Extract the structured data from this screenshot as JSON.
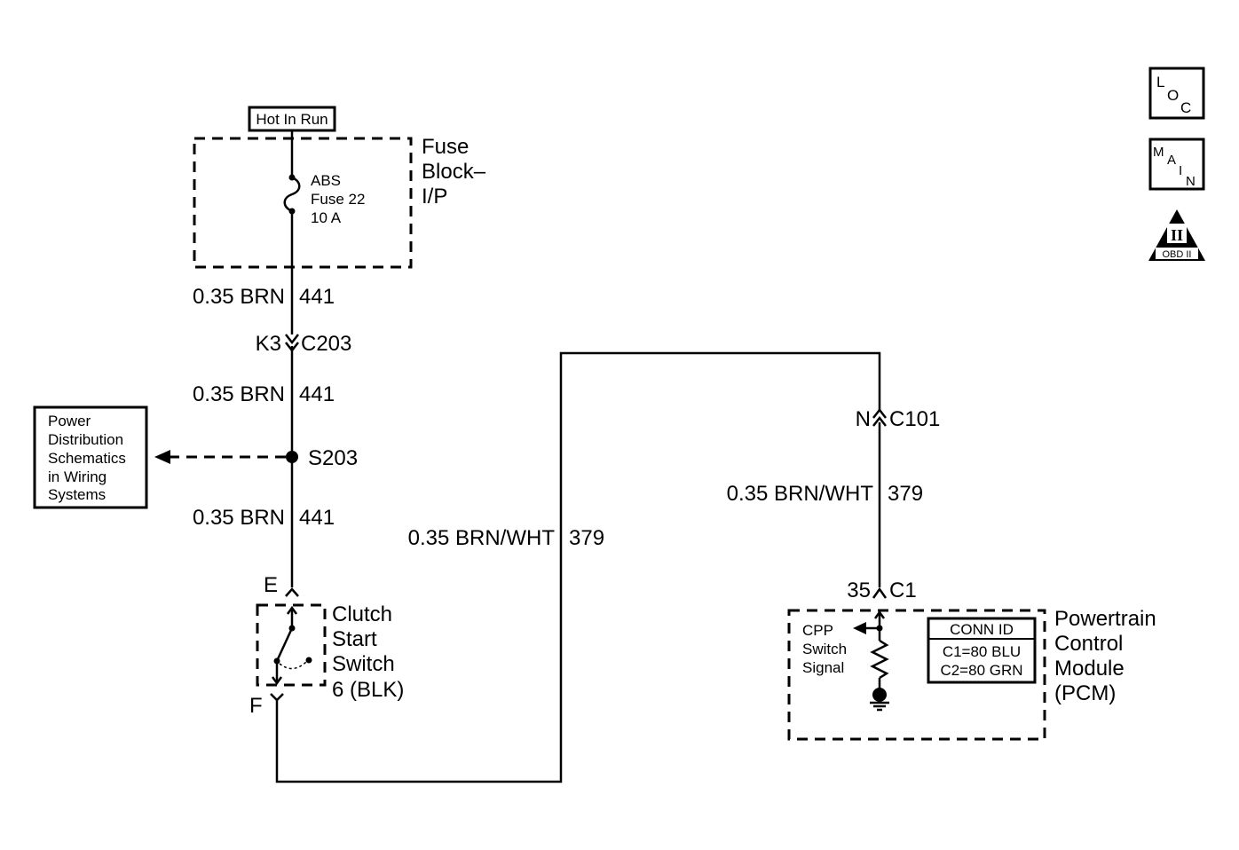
{
  "hot_in_run": "Hot In Run",
  "fuse_block": {
    "line1": "Fuse",
    "line2": "Block–",
    "line3": "I/P"
  },
  "fuse": {
    "line1": "ABS",
    "line2": "Fuse 22",
    "line3": "10 A"
  },
  "wires": {
    "w1": {
      "gauge_color": "0.35 BRN",
      "circuit": "441"
    },
    "w2": {
      "gauge_color": "0.35 BRN",
      "circuit": "441"
    },
    "w3": {
      "gauge_color": "0.35 BRN",
      "circuit": "441"
    },
    "w4": {
      "gauge_color": "0.35 BRN/WHT",
      "circuit": "379"
    },
    "w5": {
      "gauge_color": "0.35 BRN/WHT",
      "circuit": "379"
    }
  },
  "connectors": {
    "c203": {
      "pin": "K3",
      "name": "C203"
    },
    "c101": {
      "pin": "N",
      "name": "C101"
    },
    "pcm_c1": {
      "pin": "35",
      "name": "C1"
    },
    "switch_e": "E",
    "switch_f": "F"
  },
  "splice": "S203",
  "ref_box": {
    "lines": [
      "Power",
      "Distribution",
      "Schematics",
      "in Wiring",
      "Systems"
    ]
  },
  "clutch_switch": {
    "line1": "Clutch",
    "line2": "Start",
    "line3": "Switch",
    "line4": "6 (BLK)"
  },
  "pcm": {
    "name_lines": [
      "Powertrain",
      "Control",
      "Module",
      "(PCM)"
    ],
    "signal_lines": [
      "CPP",
      "Switch",
      "Signal"
    ],
    "conn_id": {
      "title": "CONN ID",
      "c1": "C1=80 BLU",
      "c2": "C2=80 GRN"
    }
  },
  "side_icons": {
    "loc": {
      "l1": "L",
      "l2": "O",
      "l3": "C"
    },
    "main": {
      "l1": "M",
      "l2": "A",
      "l3": "I",
      "l4": "N"
    },
    "obd": {
      "numeral": "II",
      "label": "OBD II"
    }
  }
}
